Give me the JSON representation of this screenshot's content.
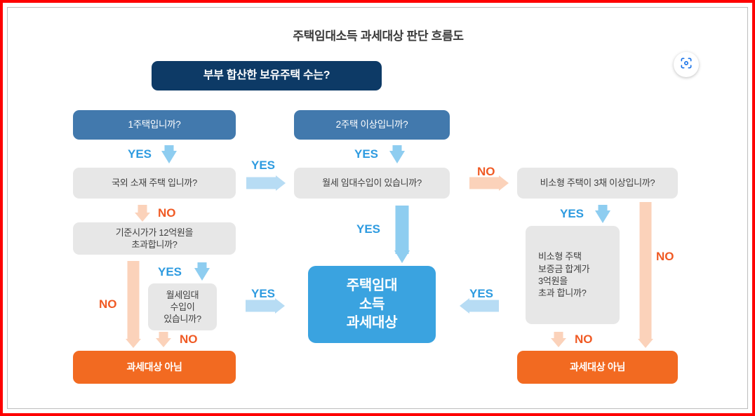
{
  "page": {
    "title": "주택임대소득 과세대상 판단 흐름도",
    "border_color": "#fe0000"
  },
  "toolbar": {
    "lens_icon": "google-lens-icon",
    "lens_color": "#1a73e8"
  },
  "colors": {
    "navy": "#0d3a66",
    "blue": "#4279ad",
    "gray": "#e7e7e7",
    "cyan": "#3aa3e0",
    "orange": "#f26a21",
    "yes_label": "#2e9be0",
    "no_label": "#f05a24",
    "arrow_blue": "#b7dcf4",
    "arrow_orange": "#fbd2ba"
  },
  "nodes": {
    "root": "부부 합산한 보유주택 수는?",
    "one_house": "1주택입니까?",
    "two_plus_house": "2주택 이상입니까?",
    "overseas": "국외 소재 주택 입니까?",
    "monthly_rent_center": "월세 임대수입이 있습니까?",
    "non_small_3plus": "비소형 주택이 3채 이상입니까?",
    "price_over_12": "기준시가가 12억원을\n초과합니까?",
    "monthly_rent_small": "월세임대\n수입이\n있습니까?",
    "deposit_over_3": "비소형 주택\n보증금 합계가\n3억원을\n초과 합니까?",
    "taxable": "주택임대\n소득\n과세대상",
    "not_taxable_left": "과세대상 아님",
    "not_taxable_right": "과세대상 아님"
  },
  "labels": {
    "yes": "YES",
    "no": "NO"
  },
  "edges": [
    {
      "id": "one-house-to-overseas",
      "label": "YES",
      "direction": "down"
    },
    {
      "id": "one-house-to-two-plus",
      "label": "YES",
      "direction": "right"
    },
    {
      "id": "overseas-to-price",
      "label": "NO",
      "direction": "down"
    },
    {
      "id": "two-plus-to-monthly-rent",
      "label": "YES",
      "direction": "down"
    },
    {
      "id": "two-plus-to-non-small",
      "label": "NO",
      "direction": "right"
    },
    {
      "id": "monthly-rent-to-taxable",
      "label": "YES",
      "direction": "down"
    },
    {
      "id": "price-to-monthly-rent-small",
      "label": "YES",
      "direction": "down"
    },
    {
      "id": "price-to-not-taxable",
      "label": "NO",
      "direction": "down"
    },
    {
      "id": "monthly-rent-small-to-taxable",
      "label": "YES",
      "direction": "right"
    },
    {
      "id": "monthly-rent-small-to-not-taxable",
      "label": "NO",
      "direction": "down"
    },
    {
      "id": "non-small-to-deposit",
      "label": "YES",
      "direction": "down"
    },
    {
      "id": "non-small-to-not-taxable",
      "label": "NO",
      "direction": "down"
    },
    {
      "id": "deposit-to-taxable",
      "label": "YES",
      "direction": "left"
    },
    {
      "id": "deposit-to-not-taxable",
      "label": "NO",
      "direction": "down"
    }
  ]
}
